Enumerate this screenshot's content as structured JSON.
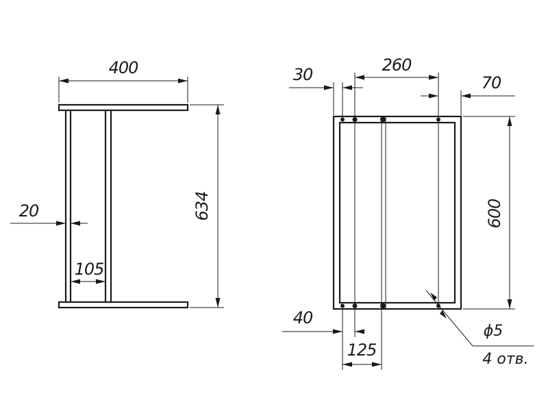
{
  "side_view": {
    "width_label": "400",
    "height_label": "634",
    "thickness_label": "20",
    "leg_spacing_label": "105"
  },
  "top_view": {
    "offset_left_label": "30",
    "hole_span_label": "260",
    "offset_right_label": "70",
    "height_label": "600",
    "offset_bottom_label": "40",
    "bottom_span_label": "125",
    "hole_diameter_label": "ϕ5",
    "hole_count_label": "4 отв."
  }
}
